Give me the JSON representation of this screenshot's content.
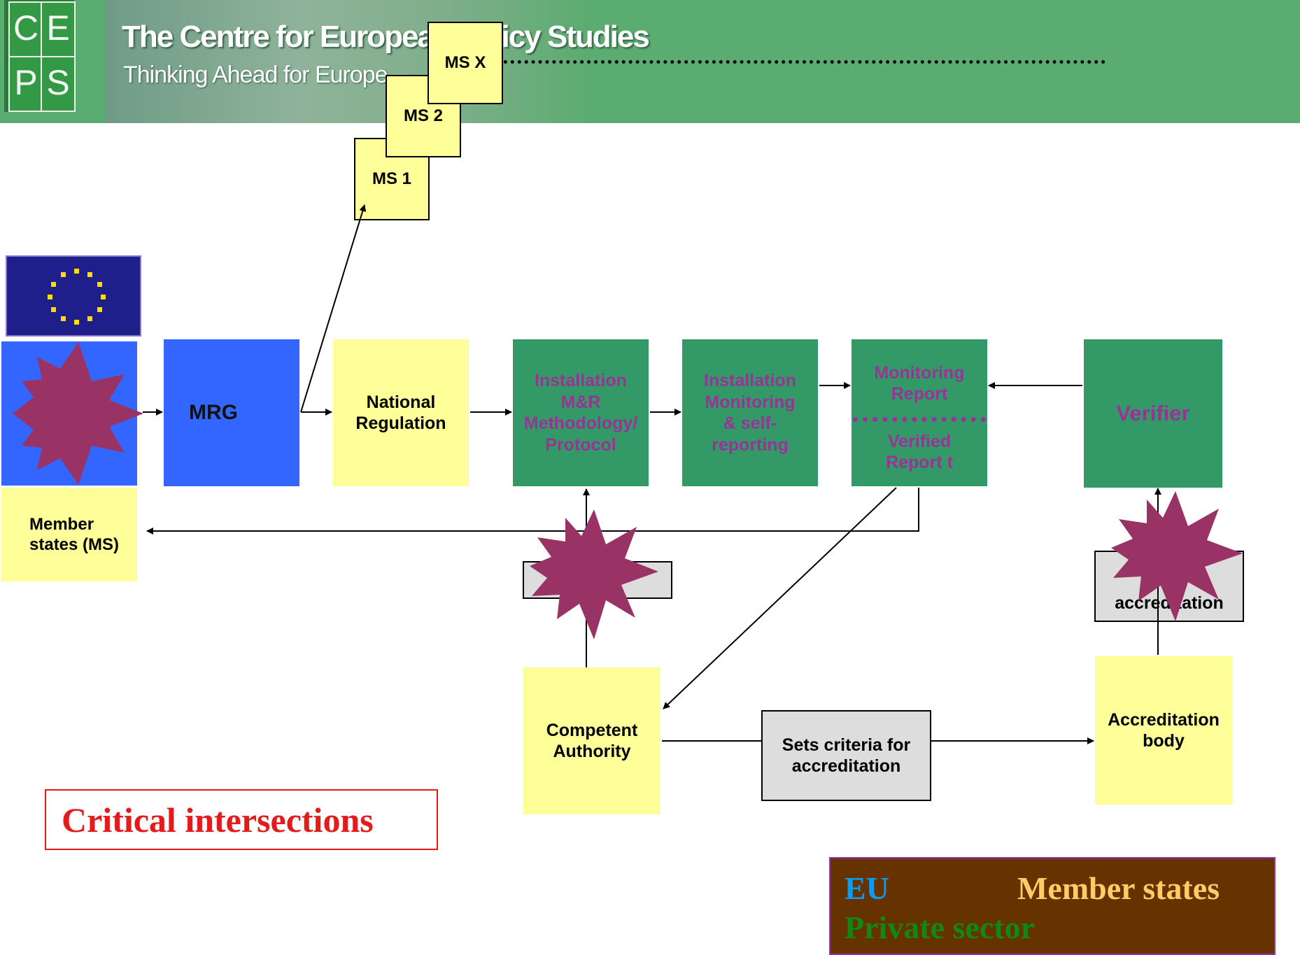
{
  "header": {
    "logo_letters": [
      "C",
      "E",
      "P",
      "S"
    ],
    "title": "The Centre for European Policy Studies",
    "subtitle": "Thinking Ahead for Europe"
  },
  "ms_stack": [
    "MS 1",
    "MS 2",
    "MS X"
  ],
  "nodes": {
    "mrg": "MRG",
    "member_states": "Member\nstates (MS)",
    "national_regulation": "National\nRegulation",
    "installation_methodology": "Installation\nM&R\nMethodology/\nProtocol",
    "installation_monitoring": "Installation\nMonitoring\n& self-\nreporting",
    "monitoring_report": "Monitoring\nReport",
    "verified_report": "Verified\nReport t",
    "verifier": "Verifier",
    "accreditation_label": "accreditation",
    "competent_authority": "Competent\nAuthority",
    "sets_criteria": "Sets criteria for\naccreditation",
    "accreditation_body": "Accreditation\nbody"
  },
  "critical_label": "Critical intersections",
  "legend": {
    "eu": "EU",
    "member_states": "Member states",
    "private_sector": "Private sector"
  },
  "colors": {
    "eu_blue": "#3366ff",
    "member_state_yellow": "#ffff99",
    "private_green": "#339966",
    "star": "#993366",
    "critical_red": "#e31b1b",
    "legend_bg": "#663300"
  }
}
